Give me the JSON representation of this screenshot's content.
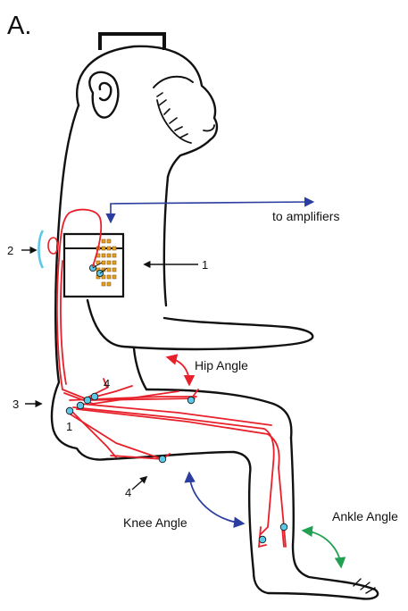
{
  "panel_label": "A.",
  "labels": {
    "to_amplifiers": "to amplifiers",
    "hip_angle": "Hip Angle",
    "knee_angle": "Knee Angle",
    "ankle_angle": "Ankle Angle"
  },
  "markers": {
    "implant_label": "1",
    "emg_site_label": "1",
    "headcap_label": "2",
    "leg_reference_label": "3",
    "distal_muscle_label": "4",
    "lower_thigh_label": "4"
  },
  "colors": {
    "outline": "#111111",
    "wires": "#e8202a",
    "electrodes": "#5bc8e8",
    "electrode_array": "#e8a020",
    "amplifier_arrow": "#2b3ea0",
    "hip_arrow": "#e8202a",
    "knee_arrow": "#2b3ea0",
    "ankle_arrow": "#20a050",
    "back_electrode": "#5bc8e8"
  }
}
